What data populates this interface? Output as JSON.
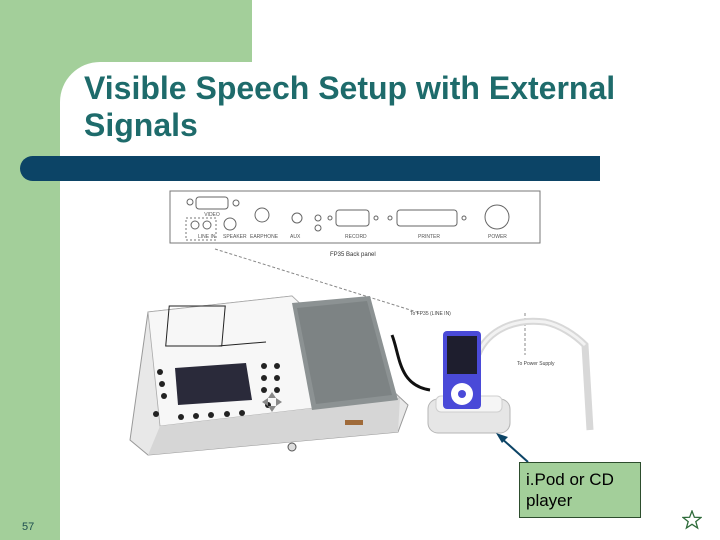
{
  "slide": {
    "title": "Visible Speech Setup with External Signals",
    "page_number": "57",
    "callout": "i.Pod or CD player",
    "colors": {
      "green": "#a3cf9a",
      "title_text": "#1e6b6b",
      "title_bar": "#0c4466"
    }
  },
  "diagram": {
    "back_panel_caption": "FP35 Back panel",
    "panel_labels": [
      "VIDEO",
      "LINE IN",
      "SPEAKER",
      "EARPHONE",
      "AUX",
      "RECORD",
      "PRINTER",
      "POWER"
    ],
    "to_fp35_label": "To FP35 (LINE IN)",
    "to_power_label": "To Power Supply"
  }
}
